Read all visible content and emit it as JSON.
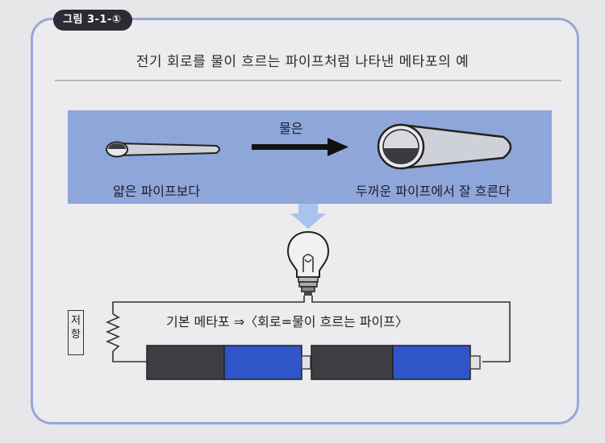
{
  "figure": {
    "badge": "그림 3-1-①",
    "caption": "전기 회로를 물이 흐르는 파이프처럼 나타낸 메타포의 예"
  },
  "band": {
    "thin_pipe_label": "얇은 파이프보다",
    "arrow_label": "물은",
    "thick_pipe_label": "두꺼운 파이프에서 잘 흐른다"
  },
  "circuit": {
    "text": "기본 메타포 ⇒〈회로=물이 흐르는 파이프〉",
    "resistor_label": "저항"
  },
  "colors": {
    "band": "#8fa6da",
    "frame": "#9aa6d8",
    "battery_dark": "#3d3d42",
    "battery_blue": "#2f55c8",
    "down_arrow": "#aac2ee"
  }
}
